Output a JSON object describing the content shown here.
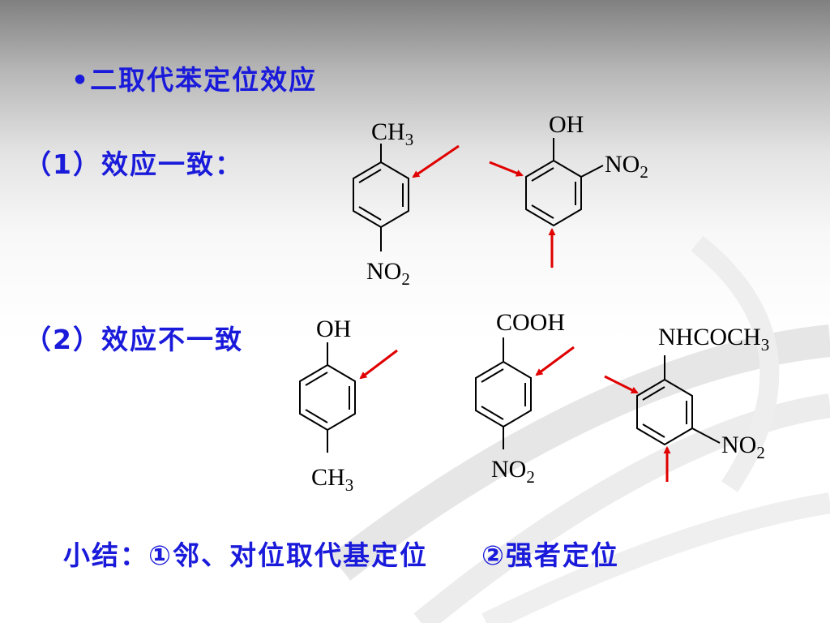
{
  "slide": {
    "title_bullet": "•",
    "title": "二取代苯定位效应",
    "case1_label": "（1）效应一致：",
    "case2_label": "（2）效应不一致",
    "summary_prefix": "小结：",
    "summary_point1": "①邻、对位取代基定位",
    "summary_point2": "②强者定位"
  },
  "molecules": {
    "m1": {
      "top": "CH",
      "top_sub": "3",
      "bottom": "NO",
      "bottom_sub": "2"
    },
    "m2": {
      "top": "OH",
      "right": "NO",
      "right_sub": "2"
    },
    "m3": {
      "top": "OH",
      "bottom": "CH",
      "bottom_sub": "3"
    },
    "m4": {
      "top": "COOH",
      "bottom": "NO",
      "bottom_sub": "2"
    },
    "m5": {
      "top": "NHCOCH",
      "top_sub": "3",
      "right": "NO",
      "right_sub": "2"
    }
  },
  "colors": {
    "text_blue": "#1a1adb",
    "arrow_red": "#e00000"
  }
}
